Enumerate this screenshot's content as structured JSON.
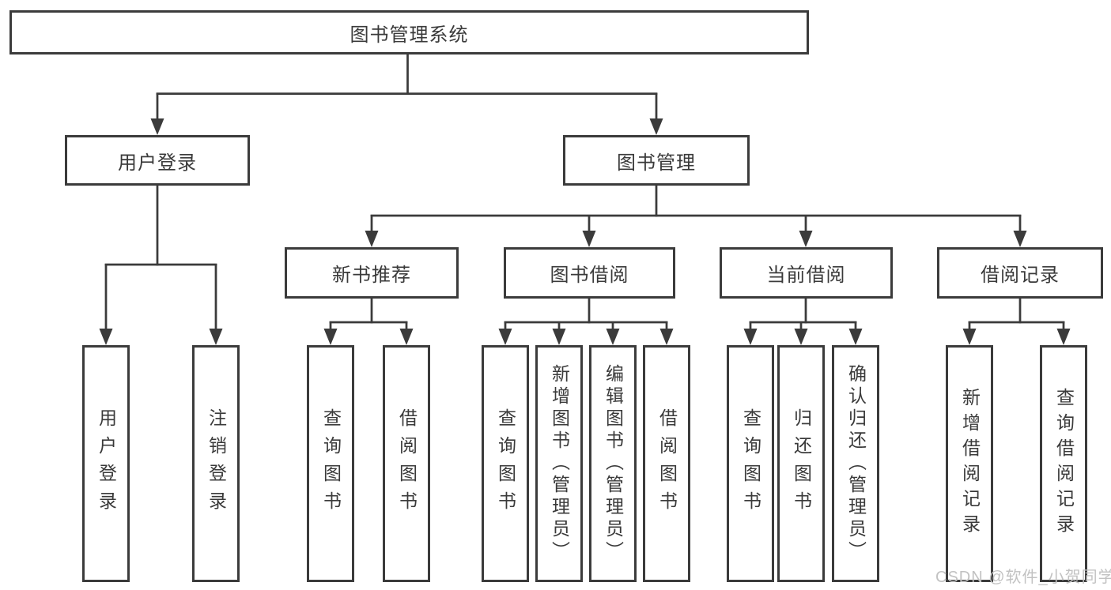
{
  "diagram": {
    "root": "图书管理系统",
    "level1": {
      "user_login": "用户登录",
      "book_mgmt": "图书管理"
    },
    "level2": {
      "new_book_rec": "新书推荐",
      "book_borrow": "图书借阅",
      "current_borrow": "当前借阅",
      "borrow_records": "借阅记录"
    },
    "leaves": {
      "user_login": [
        "用户登录",
        "注销登录"
      ],
      "new_book_rec": [
        "查询图书",
        "借阅图书"
      ],
      "book_borrow": [
        "查询图书",
        "新增图书（管理员）",
        "编辑图书（管理员）",
        "借阅图书"
      ],
      "current_borrow": [
        "查询图书",
        "归还图书",
        "确认归还（管理员）"
      ],
      "borrow_records": [
        "新增借阅记录",
        "查询借阅记录"
      ]
    }
  },
  "watermark": "CSDN @软件_小贺同学",
  "colors": {
    "line": "#3b3b3b",
    "text": "#3a3a3a",
    "background": "#ffffff",
    "watermark": "#c2c2c2"
  }
}
